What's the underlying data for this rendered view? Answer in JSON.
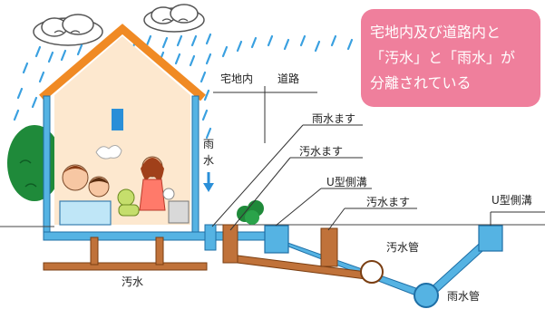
{
  "callout": {
    "lines": [
      "宅地内及び道路内と",
      "「汚水」と「雨水」が",
      "分離されている"
    ]
  },
  "labels": {
    "takuchinai": "宅地内",
    "doro": "道路",
    "usui_masu": "雨水ます",
    "osui_masu_1": "汚水ます",
    "u_sokko_1": "U型側溝",
    "osui_masu_2": "汚水ます",
    "osui_kan": "汚水管",
    "u_sokko_2": "U型側溝",
    "usui_kan": "雨水管",
    "osui": "汚水",
    "usui_vertical": [
      "雨",
      "水"
    ]
  },
  "colors": {
    "rain": "#3aa0e0",
    "stormwater_pipe": "#55b3e3",
    "sewage_pipe": "#c0723a",
    "callout": "#ef7f9c",
    "roof": "#f08a24",
    "wall": "#fde8cf"
  }
}
